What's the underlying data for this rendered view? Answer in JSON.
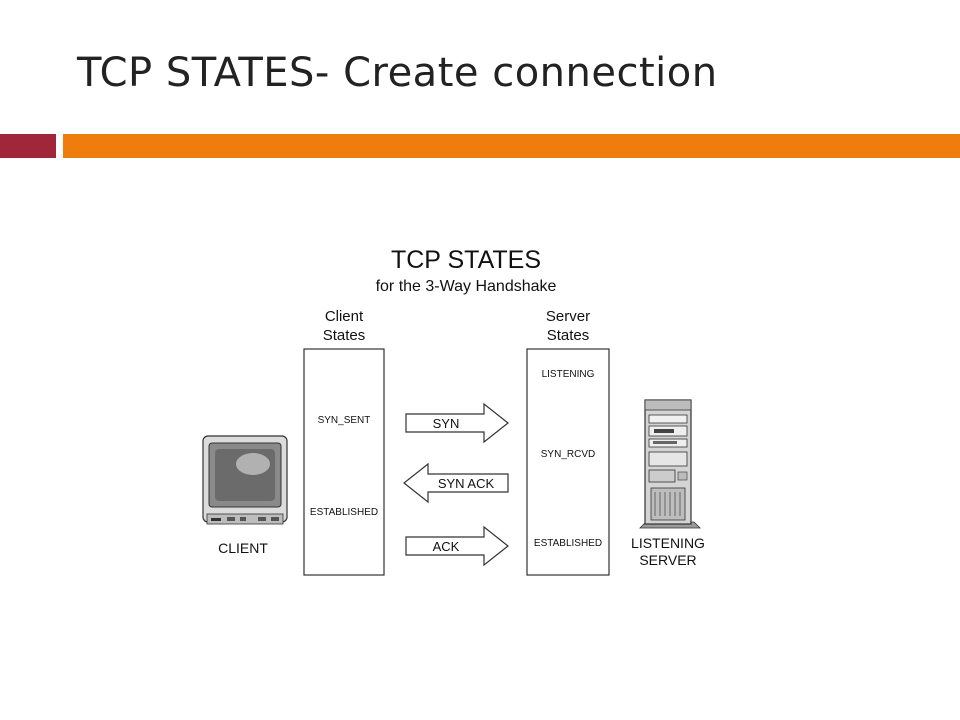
{
  "slide": {
    "title": "TCP STATES- Create connection",
    "accent_red": "#A0273A",
    "accent_orange": "#EE7D0E"
  },
  "diagram": {
    "title": "TCP STATES",
    "subtitle": "for the 3-Way Handshake",
    "client_header": [
      "Client",
      "States"
    ],
    "server_header": [
      "Server",
      "States"
    ],
    "client_states": [
      "SYN_SENT",
      "ESTABLISHED"
    ],
    "server_states": [
      "LISTENING",
      "SYN_RCVD",
      "ESTABLISHED"
    ],
    "messages": [
      {
        "label": "SYN",
        "direction": "right"
      },
      {
        "label": "SYN ACK",
        "direction": "left"
      },
      {
        "label": "ACK",
        "direction": "right"
      }
    ],
    "client_label": "CLIENT",
    "server_label": [
      "LISTENING",
      "SERVER"
    ],
    "client_icon": "crt-monitor-icon",
    "server_icon": "tower-server-icon"
  }
}
